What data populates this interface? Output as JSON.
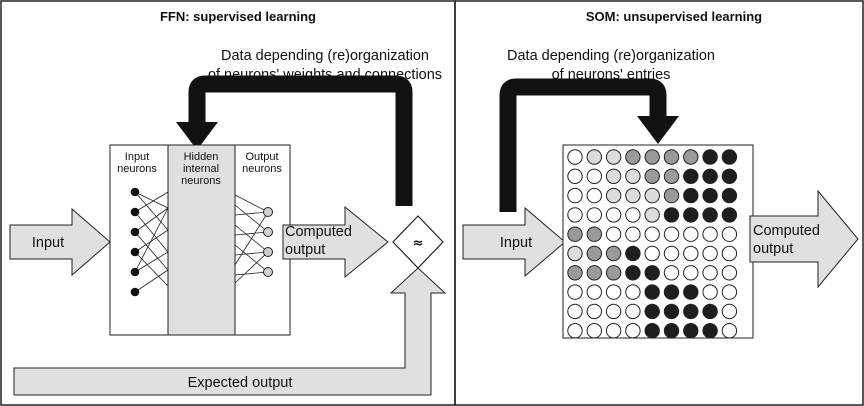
{
  "ffn": {
    "title": "FFN: supervised learning",
    "feedback_line1": "Data depending (re)organization",
    "feedback_line2": "of neurons' weights and connections",
    "input_neurons_line1": "Input",
    "input_neurons_line2": "neurons",
    "hidden_line1": "Hidden",
    "hidden_line2": "internal",
    "hidden_line3": "neurons",
    "output_neurons_line1": "Output",
    "output_neurons_line2": "neurons",
    "input_label": "Input",
    "computed_line1": "Computed",
    "computed_line2": "output",
    "compare_symbol": "≈",
    "expected_label": "Expected output"
  },
  "som": {
    "title": "SOM: unsupervised learning",
    "feedback_line1": "Data depending (re)organization",
    "feedback_line2": "of neurons' entries",
    "input_label": "Input",
    "computed_line1": "Computed",
    "computed_line2": "output",
    "grid_legend": {
      "0": "#ffffff",
      "1": "#dcdcdc",
      "2": "#9a9a9a",
      "3": "#1e1e1e"
    },
    "grid": [
      [
        0,
        1,
        1,
        2,
        2,
        2,
        2,
        3,
        3
      ],
      [
        0,
        0,
        1,
        1,
        2,
        2,
        3,
        3,
        3
      ],
      [
        0,
        0,
        1,
        1,
        1,
        2,
        3,
        3,
        3
      ],
      [
        0,
        0,
        0,
        0,
        1,
        3,
        3,
        3,
        3
      ],
      [
        2,
        2,
        0,
        0,
        0,
        0,
        0,
        0,
        0
      ],
      [
        1,
        2,
        2,
        3,
        0,
        0,
        0,
        0,
        0
      ],
      [
        2,
        2,
        2,
        3,
        3,
        0,
        0,
        0,
        0
      ],
      [
        0,
        0,
        0,
        0,
        3,
        3,
        3,
        0,
        0
      ],
      [
        0,
        0,
        0,
        0,
        3,
        3,
        3,
        3,
        0
      ],
      [
        0,
        0,
        0,
        0,
        3,
        3,
        3,
        3,
        0
      ]
    ]
  }
}
